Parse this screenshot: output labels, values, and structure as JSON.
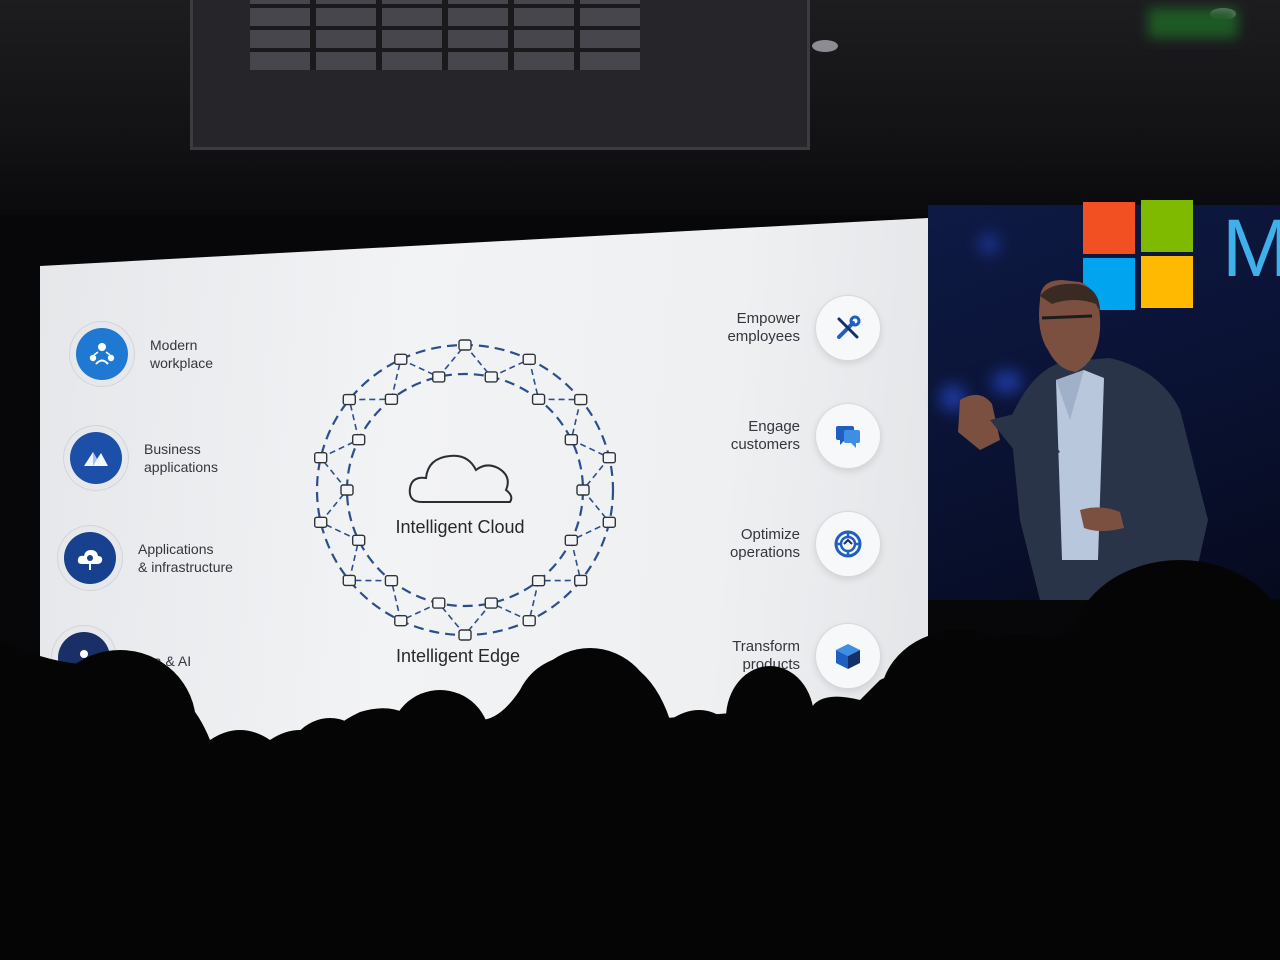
{
  "slide": {
    "left_pillars": [
      {
        "label": "Modern workplace",
        "line1": "Modern",
        "line2": "workplace",
        "icon": "people-network-icon",
        "color": "#1f78d2"
      },
      {
        "label": "Business applications",
        "line1": "Business",
        "line2": "applications",
        "icon": "dynamics-icon",
        "color": "#1b4fa8"
      },
      {
        "label": "Applications & infrastructure",
        "line1": "Applications",
        "line2": "& infrastructure",
        "icon": "cloud-icon",
        "color": "#17408e"
      },
      {
        "label": "Data & AI",
        "line1": "Data & AI",
        "line2": "",
        "icon": "data-icon",
        "color": "#1a2f66"
      }
    ],
    "center": {
      "cloud_label": "Intelligent Cloud",
      "edge_label": "Intelligent Edge"
    },
    "right_outcomes": [
      {
        "line1": "Empower",
        "line2": "employees",
        "icon": "tools-icon"
      },
      {
        "line1": "Engage",
        "line2": "customers",
        "icon": "chat-icon"
      },
      {
        "line1": "Optimize",
        "line2": "operations",
        "icon": "gear-icon"
      },
      {
        "line1": "Transform",
        "line2": "products",
        "icon": "cube-icon"
      }
    ]
  },
  "branding": {
    "logo_letter": "M",
    "logo_colors": [
      "#f25022",
      "#7fba00",
      "#00a4ef",
      "#ffb900"
    ]
  },
  "colors": {
    "accent_blue": "#1f5fbf",
    "ring_stroke": "#2c4f8c",
    "slide_bg": "#eef0f2"
  }
}
